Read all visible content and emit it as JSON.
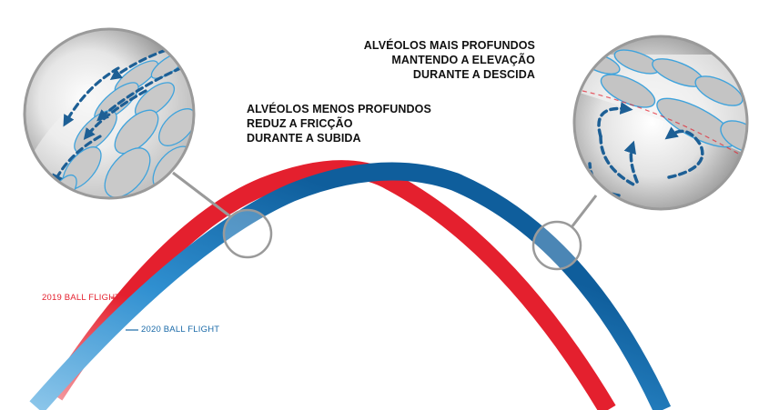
{
  "captions": {
    "deep_dimples": [
      "ALVÉOLOS MAIS PROFUNDOS",
      "MANTENDO A ELEVAÇÃO",
      "DURANTE A DESCIDA"
    ],
    "shallow_dimples": [
      "ALVÉOLOS MENOS PROFUNDOS",
      "REDUZ A FRICÇÃO",
      "DURANTE A SUBIDA"
    ]
  },
  "flights": [
    {
      "label": "2019 BALL FLIGHT",
      "color": "#e4202e"
    },
    {
      "label": "2020 BALL FLIGHT",
      "color": "#1a6aa8"
    }
  ],
  "colors": {
    "red_flight": "#e4202e",
    "blue_flight": "#0f5e9c",
    "blue_flight_light": "#2f8fd0",
    "airflow_arrows": "#1d5f95",
    "magnifier_ring": "#9a9a9a"
  },
  "magnifiers": [
    {
      "name": "magnifier-ascent",
      "icon": "golf-ball-dimples-shallow"
    },
    {
      "name": "magnifier-descent",
      "icon": "golf-ball-dimples-deep"
    }
  ]
}
